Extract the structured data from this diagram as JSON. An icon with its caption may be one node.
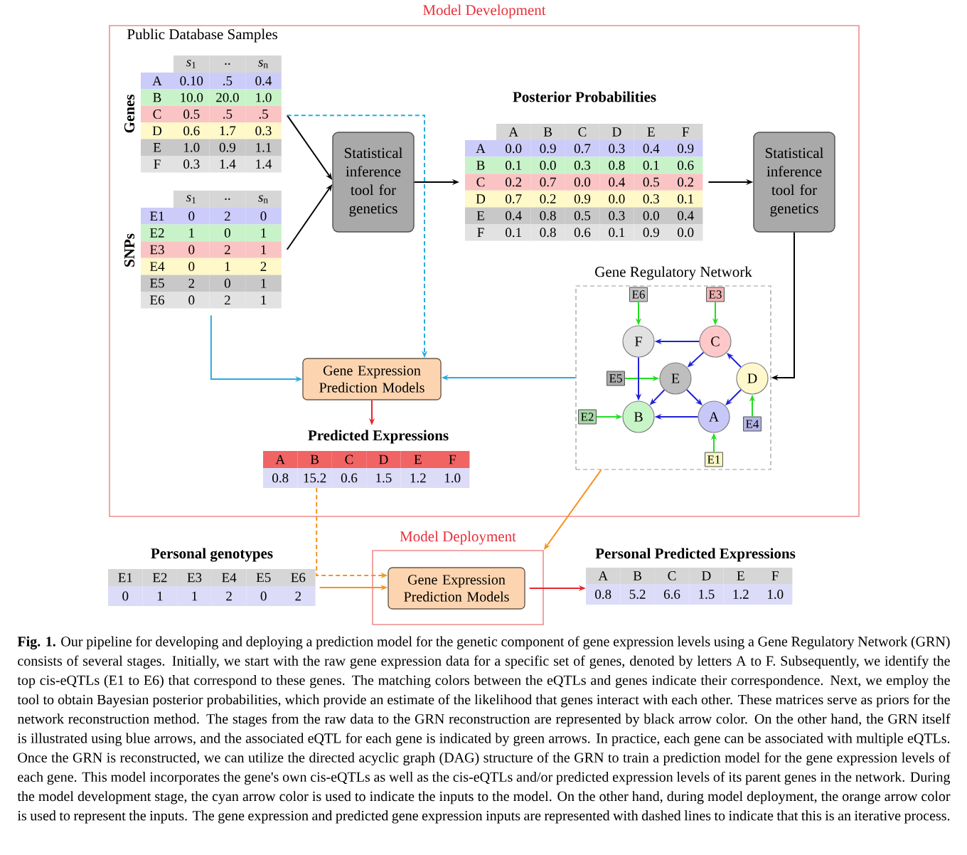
{
  "diagram": {
    "caption": "**Fig. 1.** Our pipeline for developing and deploying a prediction model for the genetic component of gene expression levels using a Gene Regulatory Network (GRN) consists of several stages. Initially, we start with the raw gene expression data for a specific set of genes, denoted by letters A to F. Subsequently, we identify the top cis-eQTLs (E1 to E6) that correspond to these genes. The matching colors between the eQTLs and genes indicate their correspondence. Next, we employ the tool to obtain Bayesian posterior probabilities, which provide an estimate of the likelihood that genes interact with each other. These matrices serve as priors for the network reconstruction method. The stages from the raw data to the GRN reconstruction are represented by black arrow color. On the other hand, the GRN itself is illustrated using blue arrows, and the associated eQTL for each gene is indicated by green arrows. In practice, each gene can be associated with multiple eQTLs. Once the GRN is reconstructed, we can utilize the directed acyclic graph (DAG) structure of the GRN to train a prediction model for the gene expression levels of each gene. This model incorporates the gene's own cis-eQTLs as well as the cis-eQTLs and/or predicted expression levels of its parent genes in the network. During the model development stage, the cyan arrow color is used to indicate the inputs to the model. On the other hand, during model deployment, the orange arrow color is used to represent the inputs. The gene expression and predicted gene expression inputs are represented with dashed lines to indicate that this is an iterative process.",
    "nodes": [
      {
        "text": [
          "Model Development"
        ]
      },
      {
        "text": [
          "*s*$_{1}$",
          "..",
          "*s*$_{n}$",
          "A",
          "0.10",
          ".5",
          "0.4",
          "B",
          "10.0",
          "20.0",
          "1.0",
          "C",
          "0.5",
          ".5",
          ".5",
          "D",
          "0.6",
          "1.7",
          "0.3",
          "E",
          "1.0",
          "0.9",
          "1.1",
          "F",
          "0.3",
          "1.4",
          "1.4"
        ],
        "in": 0,
        "beside": [
          "Genes"
        ]
      },
      {
        "text": [
          "*s*$_{1}$",
          "..",
          "*s*$_{n}$",
          "E1",
          "0",
          "2",
          "0",
          "E2",
          "1",
          "0",
          "1",
          "E3",
          "0",
          "2",
          "1",
          "E4",
          "0",
          "1",
          "2",
          "E5",
          "2",
          "0",
          "1",
          "E6",
          "0",
          "2",
          "1"
        ],
        "in": 0,
        "beside": [
          "SNPs"
        ]
      },
      {
        "text": [
          "Statistical inference tool for genetics"
        ],
        "in": 0
      },
      {
        "text": [
          "Posterior Probabilities",
          "A",
          "B",
          "C",
          "D",
          "E",
          "F",
          "A",
          "0.0",
          "0.9",
          "0.7",
          "0.3",
          "0.4",
          "0.9",
          "B",
          "0.1",
          "0.0",
          "0.3",
          "0.8",
          "0.1",
          "0.6",
          "C",
          "0.2",
          "0.7",
          "0.0",
          "0.4",
          "0.5",
          "0.2",
          "D",
          "0.7",
          "0.2",
          "0.9",
          "0.0",
          "0.3",
          "0.1",
          "E",
          "0.4",
          "0.8",
          "0.5",
          "0.3",
          "0.0",
          "0.4",
          "F",
          "0.1",
          "0.8",
          "0.6",
          "0.1",
          "0.9",
          "0.0"
        ],
        "in": 0
      },
      {
        "text": [
          "Statistical inference tool for genetics"
        ],
        "in": 0
      },
      {
        "text": [
          "Gene Regulatory Network"
        ],
        "in": 0
      },
      {
        "text": [
          "F"
        ],
        "in": 6
      },
      {
        "text": [
          "C"
        ],
        "in": 6
      },
      {
        "text": [
          "E"
        ],
        "in": 6
      },
      {
        "text": [
          "D"
        ],
        "in": 6
      },
      {
        "text": [
          "B"
        ],
        "in": 6
      },
      {
        "text": [
          "A"
        ],
        "in": 6
      },
      {
        "text": [
          "E6"
        ],
        "in": 6
      },
      {
        "text": [
          "E3"
        ],
        "in": 6
      },
      {
        "text": [
          "E5"
        ],
        "in": 6
      },
      {
        "text": [
          "E2"
        ],
        "in": 6
      },
      {
        "text": [
          "E4"
        ],
        "in": 6
      },
      {
        "text": [
          "E1"
        ],
        "in": 6
      },
      {
        "text": [
          "Gene Expression Prediction Models"
        ],
        "in": 0
      },
      {
        "text": [
          "Predicted Expressions",
          "A",
          "B",
          "C",
          "D",
          "E",
          "F",
          "0.8",
          "15.2",
          "0.6",
          "1.5",
          "1.2",
          "1.0"
        ],
        "in": 0
      },
      {
        "text": [
          "Personal genotypes",
          "E1",
          "E2",
          "E3",
          "E4",
          "E5",
          "E6",
          "0",
          "1",
          "1",
          "2",
          "0",
          "2"
        ]
      },
      {
        "text": [
          "Model Deployment"
        ]
      },
      {
        "text": [
          "Gene Expression Prediction Models"
        ],
        "in": 22
      },
      {
        "text": [
          "Personal Predicted Expressions",
          "A",
          "B",
          "C",
          "D",
          "E",
          "F",
          "0.8",
          "5.2",
          "6.6",
          "1.5",
          "1.2",
          "1.0"
        ]
      }
    ],
    "edges": [
      {
        "from": 1,
        "to": 3,
        "arrow": "to",
        "color": "#000000"
      },
      {
        "from": 2,
        "to": 3,
        "arrow": "to",
        "color": "#000000"
      },
      {
        "from": 3,
        "to": 4,
        "arrow": "to",
        "color": "#000000"
      },
      {
        "from": 4,
        "to": 5,
        "arrow": "to",
        "color": "#000000"
      },
      {
        "from": 5,
        "to": 6,
        "arrow": "to",
        "color": "#000000"
      },
      {
        "from": 1,
        "to": 19,
        "arrow": "to",
        "style": "dashed",
        "color": "#29abe2"
      },
      {
        "from": 2,
        "to": 19,
        "arrow": "to",
        "color": "#29abe2"
      },
      {
        "from": 6,
        "to": 19,
        "arrow": "to",
        "color": "#29abe2"
      },
      {
        "from": 19,
        "to": 20,
        "arrow": "to",
        "color": "#e8262e"
      },
      {
        "from": 13,
        "to": 7,
        "arrow": "to",
        "color": "#22dd22"
      },
      {
        "from": 14,
        "to": 8,
        "arrow": "to",
        "color": "#22dd22"
      },
      {
        "from": 15,
        "to": 9,
        "arrow": "to",
        "color": "#22dd22"
      },
      {
        "from": 16,
        "to": 11,
        "arrow": "to",
        "color": "#22dd22"
      },
      {
        "from": 17,
        "to": 10,
        "arrow": "to",
        "color": "#22dd22"
      },
      {
        "from": 18,
        "to": 12,
        "arrow": "to",
        "color": "#22dd22"
      },
      {
        "from": 8,
        "to": 7,
        "arrow": "to"
      },
      {
        "from": 8,
        "to": 9,
        "arrow": "to"
      },
      {
        "from": 10,
        "to": 8,
        "arrow": "to"
      },
      {
        "from": 10,
        "to": 12,
        "arrow": "to"
      },
      {
        "from": 7,
        "to": 11,
        "arrow": "to"
      },
      {
        "from": 9,
        "to": 11,
        "arrow": "to"
      },
      {
        "from": 9,
        "to": 12,
        "arrow": "to"
      },
      {
        "from": 12,
        "to": 11,
        "arrow": "to"
      },
      {
        "from": 20,
        "to": 23,
        "arrow": "to",
        "style": "dashed",
        "color": "#f7931e"
      },
      {
        "from": 21,
        "to": 23,
        "arrow": "to",
        "color": "#f7931e"
      },
      {
        "from": 6,
        "to": 22,
        "arrow": "to",
        "color": "#f7931e"
      },
      {
        "from": 23,
        "to": 24,
        "arrow": "to",
        "color": "#e8262e"
      }
    ],
    "labels": [
      "Public Database Samples"
    ]
  }
}
